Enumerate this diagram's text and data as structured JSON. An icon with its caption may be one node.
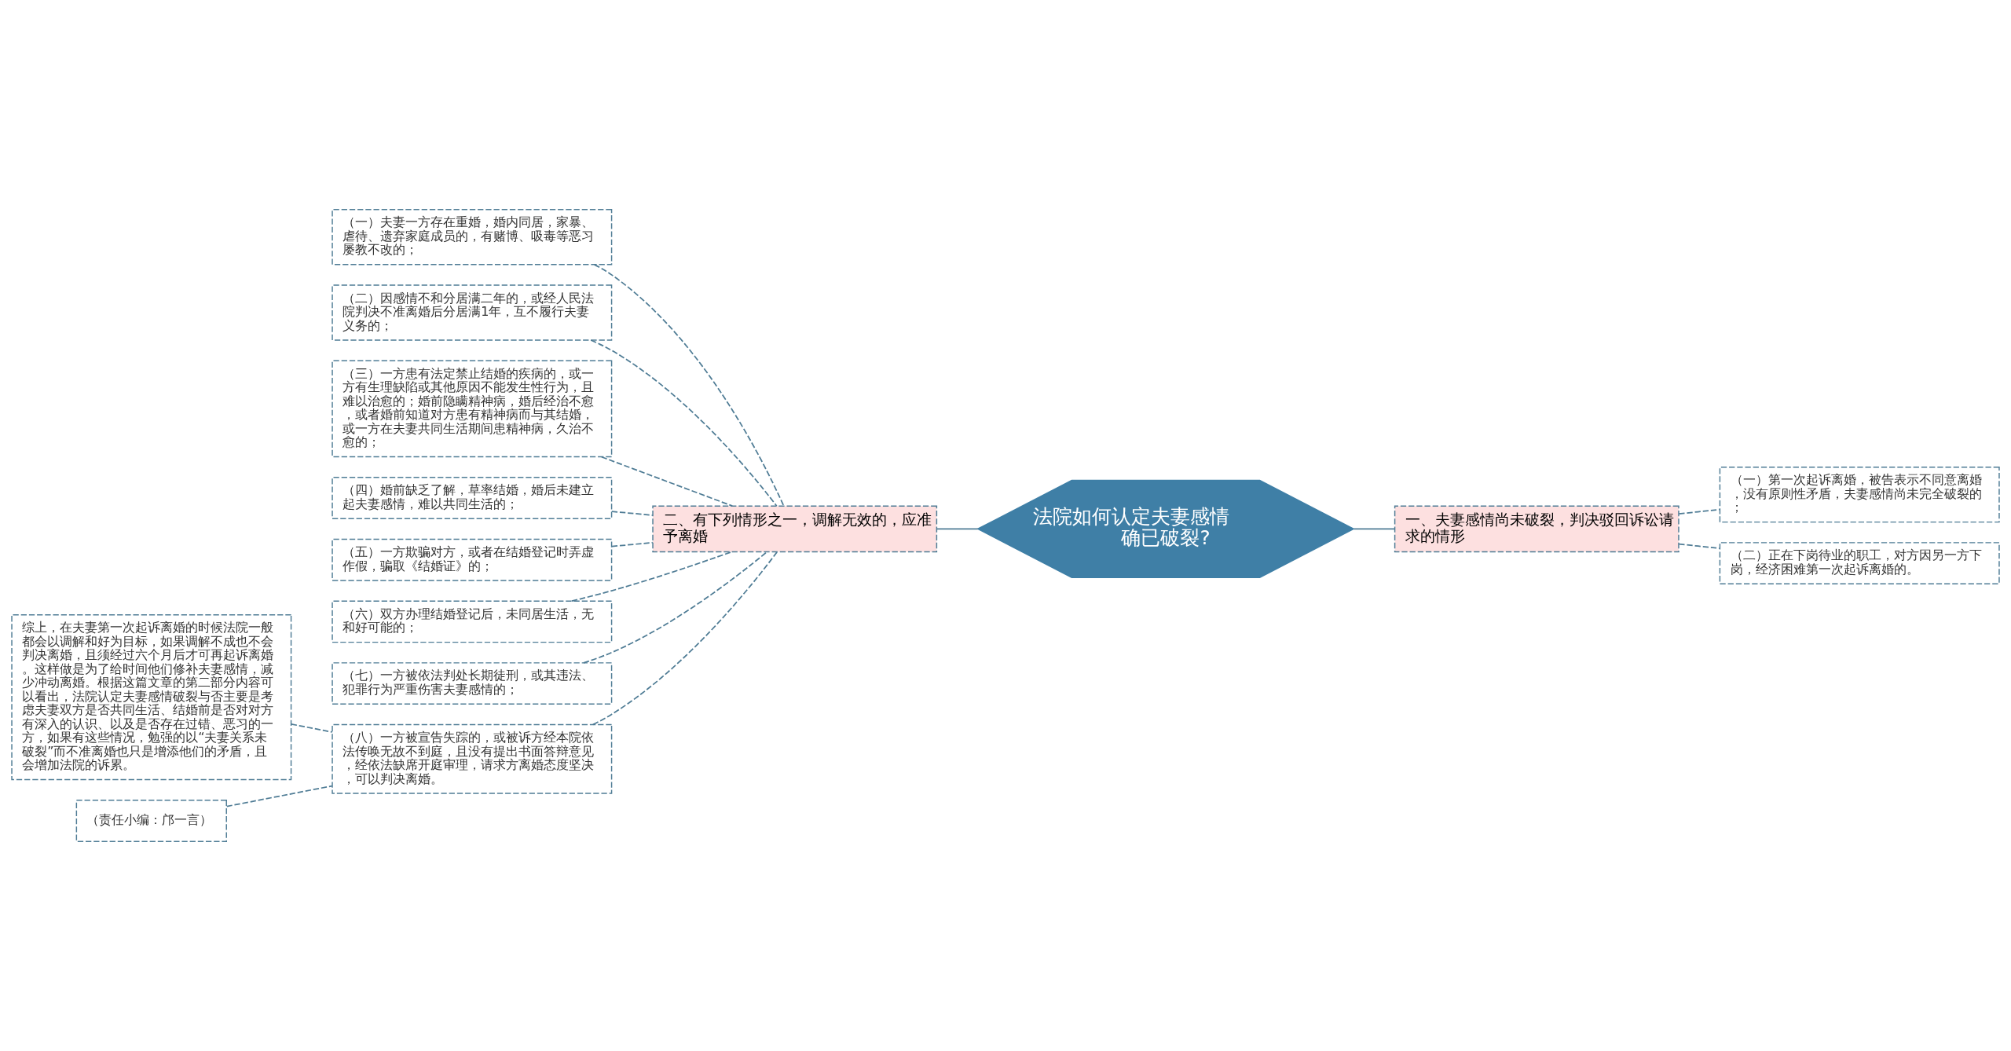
{
  "diagram": {
    "nodes": [
      {
        "text": [
          "法院如何认定夫妻感情确已破裂?"
        ]
      },
      {
        "text": [
          "一、夫妻感情尚未破裂，判决驳回诉讼请求的情形"
        ]
      },
      {
        "text": [
          "（一）第一次起诉离婚，被告表示不同意离婚，没有原则性矛盾，夫妻感情尚未完全破裂的；"
        ]
      },
      {
        "text": [
          "（二）正在下岗待业的职工，对方因另一方下岗，经济困难第一次起诉离婚的。"
        ]
      },
      {
        "text": [
          "二、有下列情形之一，调解无效的，应准予离婚"
        ]
      },
      {
        "text": [
          "（一）夫妻一方存在重婚，婚内同居，家暴、虐待、遗弃家庭成员的，有赌博、吸毒等恶习屡教不改的；"
        ]
      },
      {
        "text": [
          "（二）因感情不和分居满二年的，或经人民法院判决不准离婚后分居满1年，互不履行夫妻义务的；"
        ]
      },
      {
        "text": [
          "（三）一方患有法定禁止结婚的疾病的，或一方有生理缺陷或其他原因不能发生性行为，且难以治愈的；婚前隐瞒精神病，婚后经治不愈，或者婚前知道对方患有精神病而与其结婚，或一方在夫妻共同生活期间患精神病，久治不愈的；"
        ]
      },
      {
        "text": [
          "（四）婚前缺乏了解，草率结婚，婚后未建立起夫妻感情，难以共同生活的；"
        ]
      },
      {
        "text": [
          "（五）一方欺骗对方，或者在结婚登记时弄虚作假，骗取《结婚证》的；"
        ]
      },
      {
        "text": [
          "（六）双方办理结婚登记后，未同居生活，无和好可能的；"
        ]
      },
      {
        "text": [
          "（七）一方被依法判处长期徒刑，或其违法、犯罪行为严重伤害夫妻感情的；"
        ]
      },
      {
        "text": [
          "（八）一方被宣告失踪的，或被诉方经本院依法传唤无故不到庭，且没有提出书面答辩意见，经依法缺席开庭审理，请求方离婚态度坚决，可以判决离婚。"
        ]
      },
      {
        "text": [
          "综上，在夫妻第一次起诉离婚的时候法院一般都会以调解和好为目标，如果调解不成也不会判决离婚，且须经过六个月后才可再起诉离婚。这样做是为了给时间他们修补夫妻感情，减少冲动离婚。根据这篇文章的第二部分内容可以看出，法院认定夫妻感情破裂与否主要是考虑夫妻双方是否共同生活、结婚前是否对对方有深入的认识、以及是否存在过错、恶习的一方，如果有这些情况，勉强的以“夫妻关系未破裂”而不准离婚也只是增添他们的矛盾，且会增加法院的诉累。"
        ]
      },
      {
        "text": [
          "（责任小编：邝一言）"
        ]
      }
    ],
    "edges": [
      {
        "from": 0,
        "to": 1,
        "arrow": "none"
      },
      {
        "from": 1,
        "to": 2,
        "arrow": "none",
        "style": "dashed"
      },
      {
        "from": 1,
        "to": 3,
        "arrow": "none",
        "style": "dashed"
      },
      {
        "from": 0,
        "to": 4,
        "arrow": "none"
      },
      {
        "from": 4,
        "to": 5,
        "arrow": "none",
        "style": "dashed"
      },
      {
        "from": 4,
        "to": 6,
        "arrow": "none",
        "style": "dashed"
      },
      {
        "from": 4,
        "to": 7,
        "arrow": "none",
        "style": "dashed"
      },
      {
        "from": 4,
        "to": 8,
        "arrow": "none",
        "style": "dashed"
      },
      {
        "from": 4,
        "to": 9,
        "arrow": "none",
        "style": "dashed"
      },
      {
        "from": 4,
        "to": 10,
        "arrow": "none",
        "style": "dashed"
      },
      {
        "from": 4,
        "to": 11,
        "arrow": "none",
        "style": "dashed"
      },
      {
        "from": 4,
        "to": 12,
        "arrow": "none",
        "style": "dashed"
      },
      {
        "from": 12,
        "to": 13,
        "arrow": "none",
        "style": "dashed"
      },
      {
        "from": 12,
        "to": 14,
        "arrow": "none",
        "style": "dashed"
      }
    ]
  }
}
